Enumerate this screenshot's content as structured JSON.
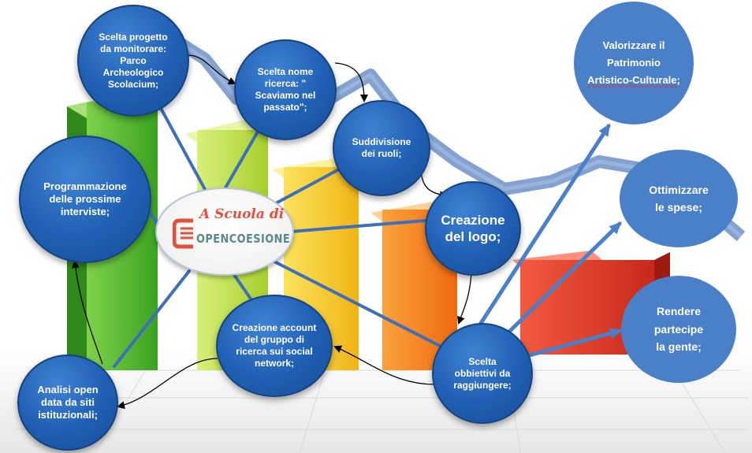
{
  "center_logo": {
    "line1": "A Scuola di",
    "line2": "OPENCOESIONE"
  },
  "nodes": {
    "scelta_progetto": [
      "Scelta progetto",
      "da monitorare:",
      "Parco",
      "Archeologico",
      "Scolacium;"
    ],
    "scelta_nome": [
      "Scelta nome",
      "ricerca: \"",
      "Scaviamo nel",
      "passato\";"
    ],
    "suddivisione": [
      "Suddivisione",
      "dei ruoli;"
    ],
    "creazione_logo": [
      "Creazione",
      "del logo;"
    ],
    "scelta_obbiettivi": [
      "Scelta",
      "obbiettivi da",
      "raggiungere;"
    ],
    "creazione_account": [
      "Creazione account",
      "del gruppo di",
      "ricerca sui social",
      "network;"
    ],
    "analisi_open_data": [
      "Analisi open",
      "data da siti",
      "istituzionali;"
    ],
    "programmazione": [
      "Programmazione",
      "delle prossime",
      "interviste;"
    ],
    "valorizzare": [
      "Valorizzare il",
      "Patrimonio",
      "Artistico-Culturale;"
    ],
    "ottimizzare": [
      "Ottimizzare",
      "le spese;"
    ],
    "rendere_partecipe": [
      "Rendere",
      "partecipe",
      "la gente;"
    ]
  },
  "colors": {
    "node_blue": "#1f5fb3",
    "goal_blue": "#4a80c8",
    "connector": "#3f6fb8",
    "arrow": "#000000"
  }
}
